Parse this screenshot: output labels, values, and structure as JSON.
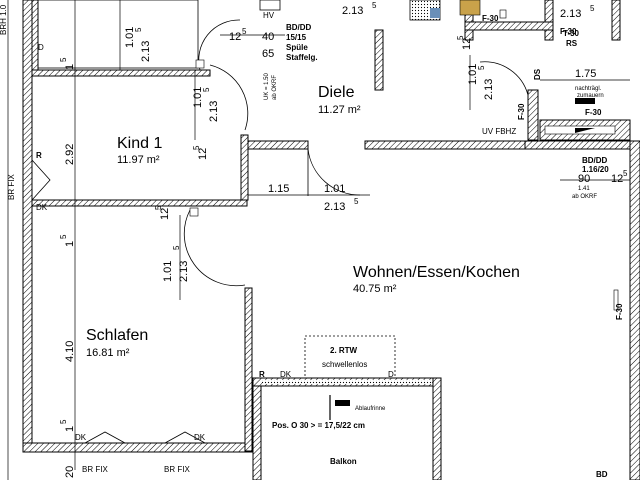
{
  "rooms": {
    "kind1": {
      "name": "Kind 1",
      "area": "11.97 m²"
    },
    "diele": {
      "name": "Diele",
      "area": "11.27 m²"
    },
    "wohnen": {
      "name": "Wohnen/Essen/Kochen",
      "area": "40.75 m²"
    },
    "schlafen": {
      "name": "Schlafen",
      "area": "16.81 m²"
    },
    "balkon": {
      "name": "Balkon"
    }
  },
  "labels": {
    "hv": "HV",
    "bd_dd_top_1": "BD/DD",
    "bd_dd_top_2": "15/15",
    "spuele_1": "Spüle",
    "spuele_2": "Staffelg.",
    "uk_1": "UK = 1.50",
    "uk_2": "ab OKRF",
    "f30_top_left": "F-30",
    "f30_top_right": "F-30",
    "t30": "T-30",
    "rs": "RS",
    "ds": "DS",
    "nachtraegl_1": "nachträgl.",
    "nachtraegl_2": "zumauern",
    "f30_mid": "F-30",
    "f30_vertical": "F-30",
    "f30_right_wall": "F-30",
    "uv_fbhz": "UV FBHZ",
    "bd_dd_right_1": "BD/DD",
    "bd_dd_right_2": "1.16/20",
    "sill_1": "1.41",
    "sill_2": "ab OKRF",
    "br_fix_left": "BR FIX",
    "brh_top": "BRH 1.0",
    "br_fix_bottom_1": "BR FIX",
    "br_fix_bottom_2": "BR FIX",
    "r": "R",
    "d": "D",
    "dk": "DK",
    "rtw_1": "2. RTW",
    "rtw_2": "schwellenlos",
    "ablaufrinne": "Ablaufrinne",
    "pos": "Pos. O 30 > = 17,5/22 cm",
    "bd_bottom": "BD"
  },
  "dims": {
    "top_213_a": "2.13",
    "top_213_a_sup": "5",
    "top_213_b": "2.13",
    "top_213_b_sup": "5",
    "kind1_101": "1.01",
    "kind1_2135": "2.13",
    "kind1_2135_sup": "5",
    "left_115": "1",
    "left_115_sup": "5",
    "left_292": "2.92",
    "left_115b": "1",
    "left_115b_sup": "5",
    "left_410": "4.10",
    "left_175": "1",
    "left_175_sup": "5",
    "left_20": "20",
    "h_125": "12",
    "h_125_sup": "5",
    "h_40": "40",
    "h_65": "65",
    "door_101": "1.01",
    "door_213": "2.13",
    "door_213_sup": "5",
    "diele_125": "12",
    "diele_125_sup": "5",
    "wc_101": "1.01",
    "wc_213": "2.13",
    "wc_213_sup": "5",
    "k1_125": "12",
    "k1_125_sup": "5",
    "h_115": "1.15",
    "h_101": "1.01",
    "h_2135": "2.13",
    "h_2135_sup": "5",
    "schl_101": "1.01",
    "schl_2135": "2.13",
    "schl_2135_sup": "5",
    "schl_125": "12",
    "schl_125_sup": "5",
    "d_175": "1.75",
    "win_90": "90",
    "win_125": "12",
    "win_125_sup": "5"
  }
}
